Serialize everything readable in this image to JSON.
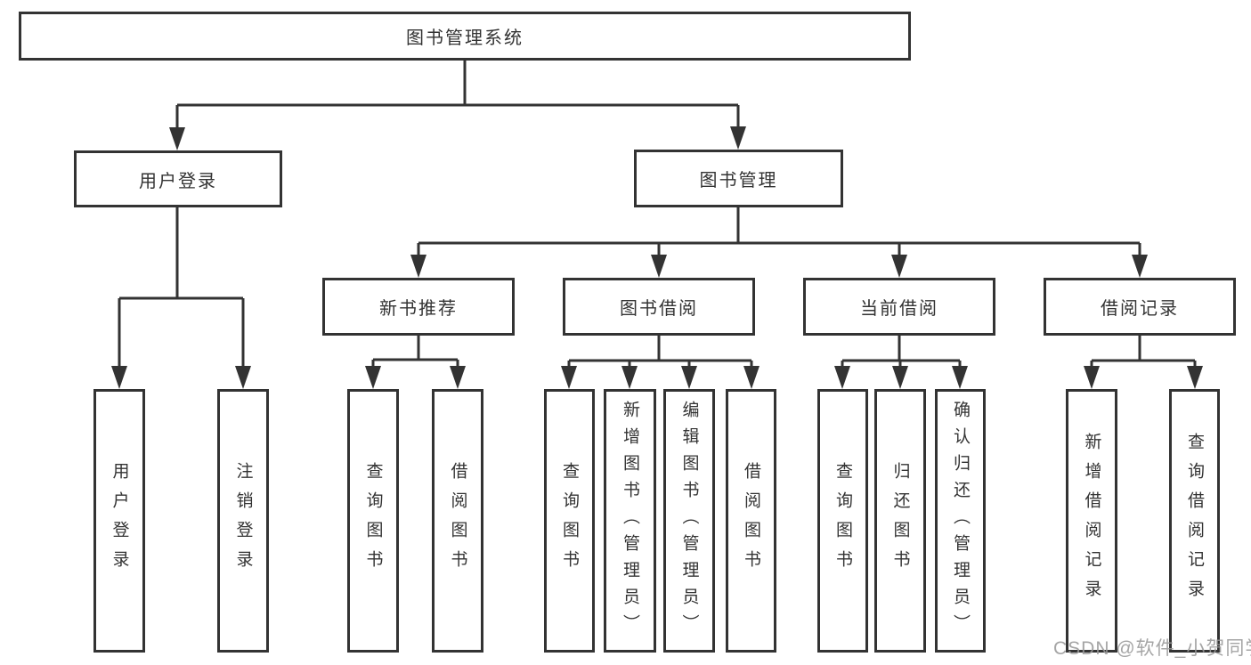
{
  "diagram_title": "图书管理系统",
  "tree": {
    "root": {
      "label": "图书管理系统"
    },
    "branches": [
      {
        "label": "用户登录",
        "children": [
          {
            "label": "用户登录"
          },
          {
            "label": "注销登录"
          }
        ]
      },
      {
        "label": "图书管理",
        "children": [
          {
            "label": "新书推荐",
            "children": [
              {
                "label": "查询图书"
              },
              {
                "label": "借阅图书"
              }
            ]
          },
          {
            "label": "图书借阅",
            "children": [
              {
                "label": "查询图书"
              },
              {
                "label": "新增图书（管理员）"
              },
              {
                "label": "编辑图书（管理员）"
              },
              {
                "label": "借阅图书"
              }
            ]
          },
          {
            "label": "当前借阅",
            "children": [
              {
                "label": "查询图书"
              },
              {
                "label": "归还图书"
              },
              {
                "label": "确认归还（管理员）"
              }
            ]
          },
          {
            "label": "借阅记录",
            "children": [
              {
                "label": "新增借阅记录"
              },
              {
                "label": "查询借阅记录"
              }
            ]
          }
        ]
      }
    ]
  },
  "watermark": {
    "text": "CSDN @软件_小贺同学"
  },
  "colors": {
    "line": "#333333",
    "box_border": "#333333",
    "text": "#333333",
    "background": "#ffffff",
    "watermark": "#999999"
  }
}
